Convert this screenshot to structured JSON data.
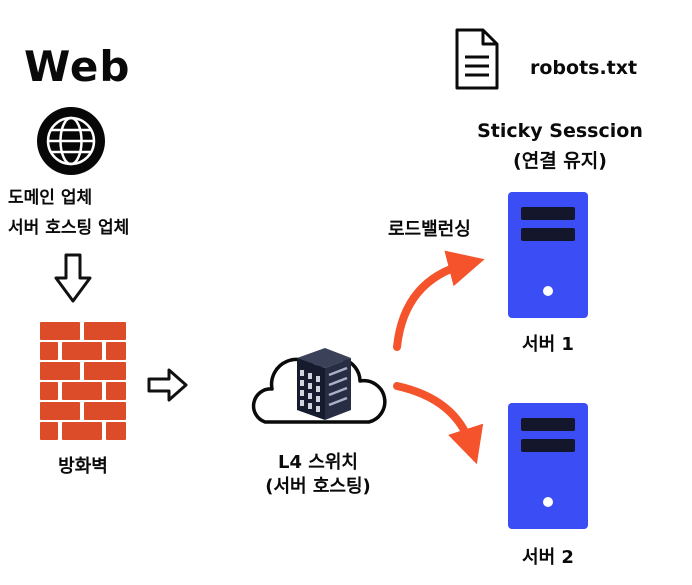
{
  "web": {
    "title": "Web",
    "line1": "도메인 업체",
    "line2": "서버 호스팅 업체"
  },
  "firewall": {
    "label": "방화벽"
  },
  "l4_switch": {
    "line1": "L4 스위치",
    "line2": "(서버 호스팅)"
  },
  "load_balancer": {
    "label": "로드밸런싱"
  },
  "robots_file": {
    "label": "robots.txt"
  },
  "sticky_session": {
    "line1": "Sticky Sesscion",
    "line2": "(연결 유지)"
  },
  "servers": [
    {
      "label": "서버 1"
    },
    {
      "label": "서버 2"
    }
  ],
  "colors": {
    "server_blue": "#3b4df4",
    "server_slot_dark": "#14172b",
    "brick_red": "#dc4c28",
    "arrow_orange": "#f4532c",
    "text_black": "#0a0a0a",
    "background": "#ffffff"
  },
  "icons": {
    "globe": "globe-icon",
    "down_arrow": "down-arrow-icon",
    "right_arrow": "right-arrow-icon",
    "firewall_wall": "brick-wall-icon",
    "l4_switch": "cloud-server-icon",
    "robots_document": "document-icon",
    "server_tower": "server-tower-icon",
    "load_balancing_arrows": "curved-arrow-icon"
  }
}
